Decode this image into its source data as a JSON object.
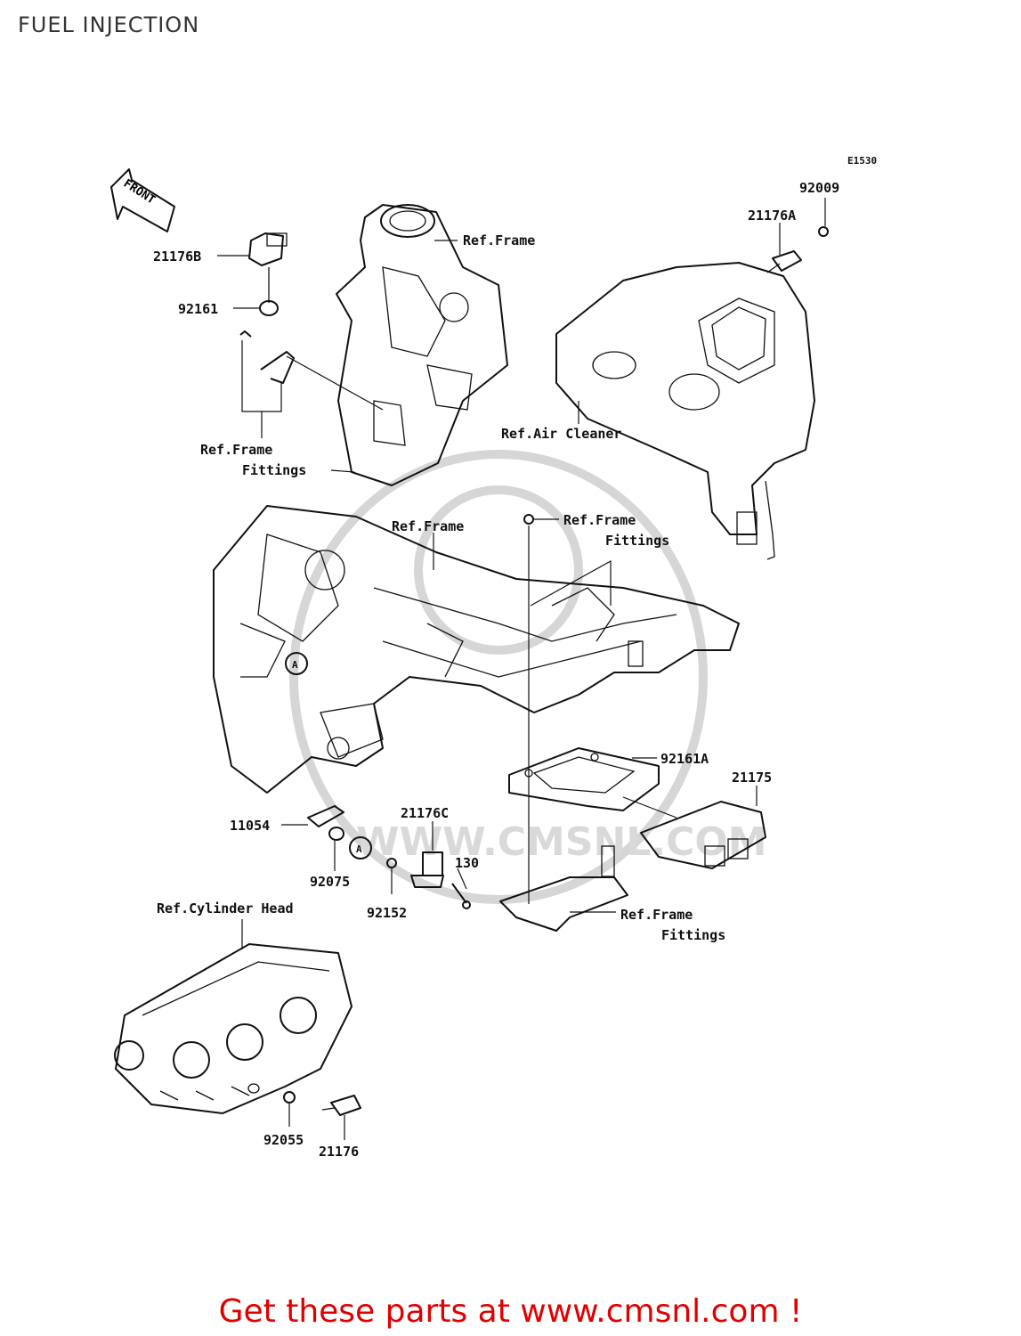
{
  "page": {
    "title": "FUEL INJECTION"
  },
  "diagram": {
    "code": "E1530",
    "front_label": "FRONT",
    "parts": [
      {
        "id": "92009",
        "label": "92009"
      },
      {
        "id": "21176A",
        "label": "21176A"
      },
      {
        "id": "21176B",
        "label": "21176B"
      },
      {
        "id": "92161",
        "label": "92161"
      },
      {
        "id": "92161A",
        "label": "92161A"
      },
      {
        "id": "21175",
        "label": "21175"
      },
      {
        "id": "11054",
        "label": "11054"
      },
      {
        "id": "21176C",
        "label": "21176C"
      },
      {
        "id": "130",
        "label": "130"
      },
      {
        "id": "92075",
        "label": "92075"
      },
      {
        "id": "92152",
        "label": "92152"
      },
      {
        "id": "92055",
        "label": "92055"
      },
      {
        "id": "21176",
        "label": "21176"
      }
    ],
    "references": {
      "frame_top": "Ref.Frame",
      "frame_mid": "Ref.Frame",
      "air_cleaner": "Ref.Air Cleaner",
      "frame_fittings_left": [
        "Ref.Frame",
        "Fittings"
      ],
      "frame_fittings_mid": [
        "Ref.Frame",
        "Fittings"
      ],
      "frame_fittings_bottom": [
        "Ref.Frame",
        "Fittings"
      ],
      "cylinder_head": "Ref.Cylinder Head"
    },
    "markers": {
      "a1": "A",
      "a2": "A"
    },
    "watermark": "WWW.CMSNL.COM"
  },
  "footer": {
    "link_text": "Get these parts at www.cmsnl.com !",
    "color": "#e00000"
  }
}
